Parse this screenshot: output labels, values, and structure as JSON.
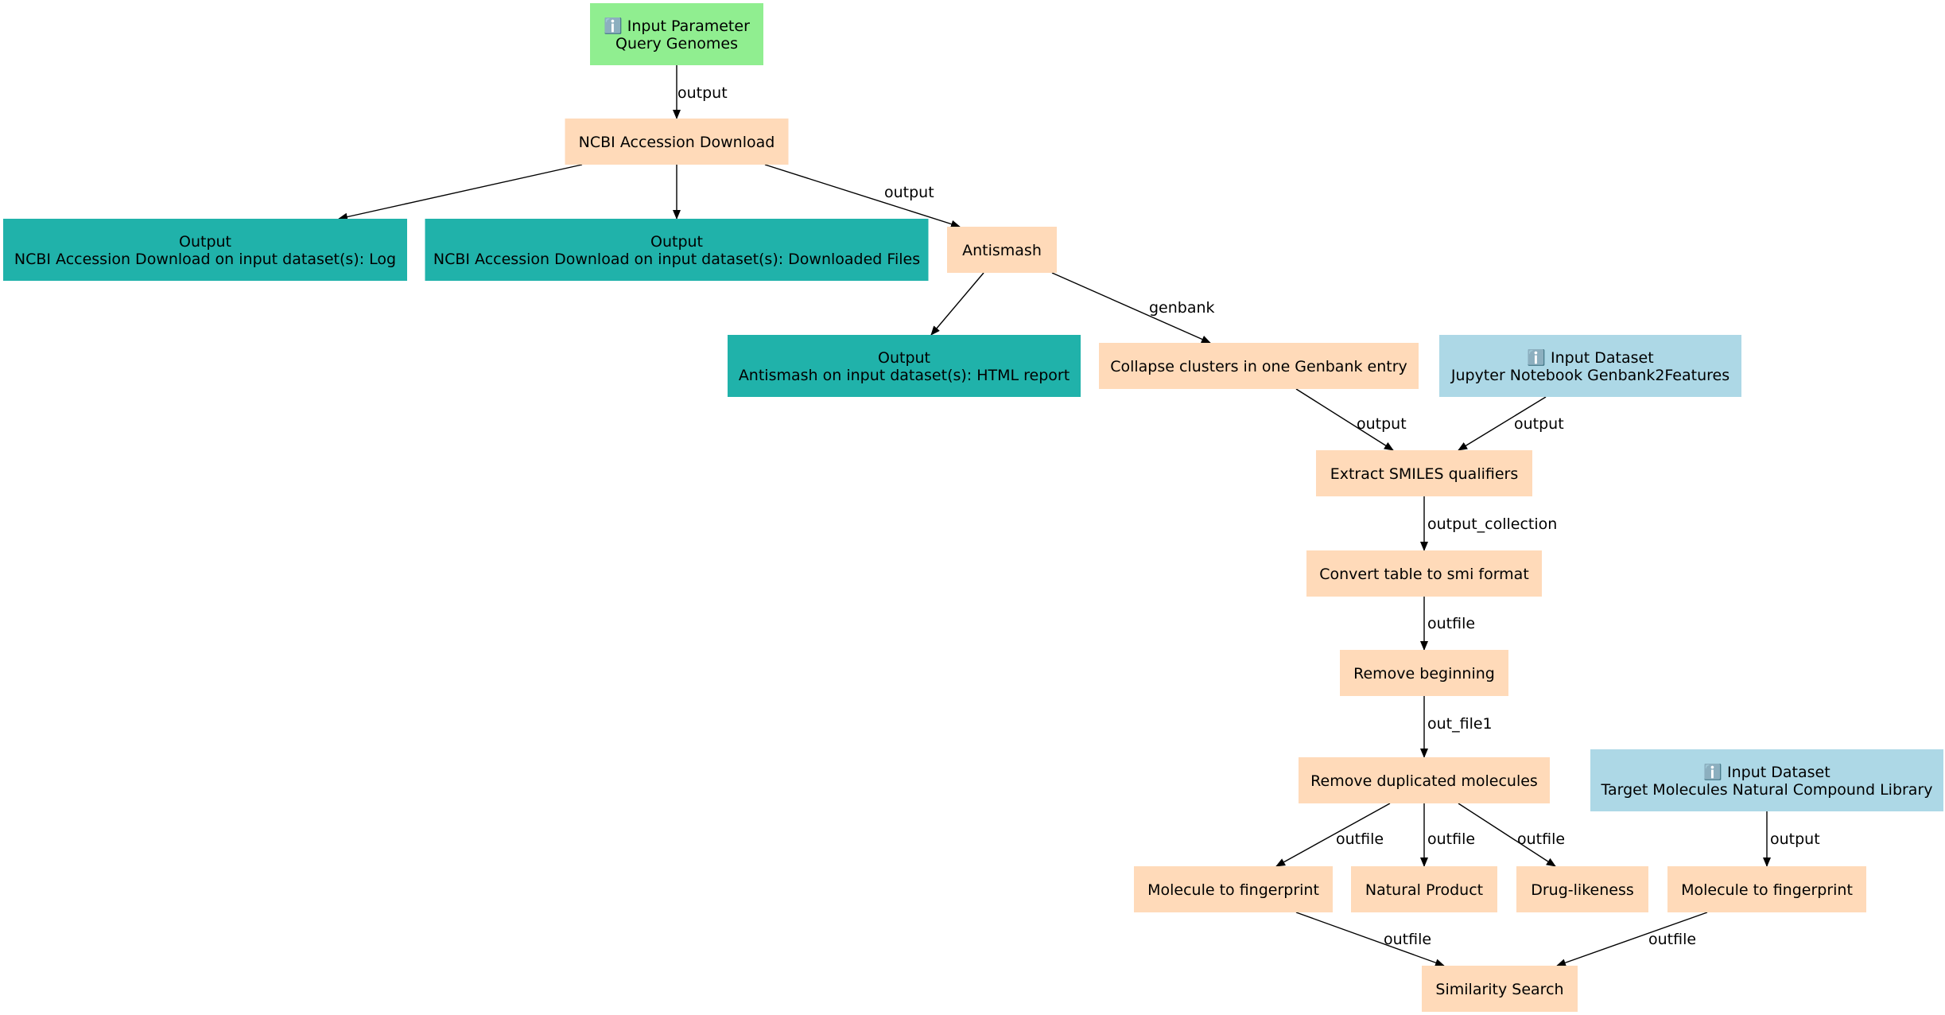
{
  "colors": {
    "input_parameter": "#90ee90",
    "input_dataset": "#add8e6",
    "tool": "#ffdab9",
    "output": "#20b2aa",
    "edge": "#000000"
  },
  "nodes": [
    {
      "id": "n0",
      "kind": "input_parameter",
      "icon": "info-icon",
      "lines": [
        "ℹ️ Input Parameter",
        "Query Genomes"
      ]
    },
    {
      "id": "n1",
      "kind": "tool",
      "lines": [
        "NCBI Accession Download"
      ]
    },
    {
      "id": "o1",
      "kind": "output",
      "lines": [
        "Output",
        "NCBI Accession Download on input dataset(s): Log"
      ]
    },
    {
      "id": "o2",
      "kind": "output",
      "lines": [
        "Output",
        "NCBI Accession Download on input dataset(s): Downloaded Files"
      ]
    },
    {
      "id": "n2",
      "kind": "tool",
      "lines": [
        "Antismash"
      ]
    },
    {
      "id": "o3",
      "kind": "output",
      "lines": [
        "Output",
        "Antismash on input dataset(s): HTML report"
      ]
    },
    {
      "id": "n3",
      "kind": "tool",
      "lines": [
        "Collapse clusters in one Genbank entry"
      ]
    },
    {
      "id": "n4",
      "kind": "input_dataset",
      "icon": "info-icon",
      "lines": [
        "ℹ️ Input Dataset",
        "Jupyter Notebook Genbank2Features"
      ]
    },
    {
      "id": "n5",
      "kind": "tool",
      "lines": [
        "Extract SMILES qualifiers"
      ]
    },
    {
      "id": "n6",
      "kind": "tool",
      "lines": [
        "Convert table to smi format"
      ]
    },
    {
      "id": "n7",
      "kind": "tool",
      "lines": [
        "Remove beginning"
      ]
    },
    {
      "id": "n8",
      "kind": "tool",
      "lines": [
        "Remove duplicated molecules"
      ]
    },
    {
      "id": "n9",
      "kind": "input_dataset",
      "icon": "info-icon",
      "lines": [
        "ℹ️ Input Dataset",
        "Target Molecules Natural Compound Library"
      ]
    },
    {
      "id": "n10",
      "kind": "tool",
      "lines": [
        "Molecule to fingerprint"
      ]
    },
    {
      "id": "n11",
      "kind": "tool",
      "lines": [
        "Natural Product"
      ]
    },
    {
      "id": "n12",
      "kind": "tool",
      "lines": [
        "Drug-likeness"
      ]
    },
    {
      "id": "n13",
      "kind": "tool",
      "lines": [
        "Molecule to fingerprint"
      ]
    },
    {
      "id": "n14",
      "kind": "tool",
      "lines": [
        "Similarity Search"
      ]
    }
  ],
  "edges": [
    {
      "from": "n0",
      "to": "n1",
      "label": "output"
    },
    {
      "from": "n1",
      "to": "o1",
      "label": ""
    },
    {
      "from": "n1",
      "to": "o2",
      "label": ""
    },
    {
      "from": "n1",
      "to": "n2",
      "label": "output"
    },
    {
      "from": "n2",
      "to": "o3",
      "label": ""
    },
    {
      "from": "n2",
      "to": "n3",
      "label": "genbank"
    },
    {
      "from": "n3",
      "to": "n5",
      "label": "output"
    },
    {
      "from": "n4",
      "to": "n5",
      "label": "output"
    },
    {
      "from": "n5",
      "to": "n6",
      "label": "output_collection"
    },
    {
      "from": "n6",
      "to": "n7",
      "label": "outfile"
    },
    {
      "from": "n7",
      "to": "n8",
      "label": "out_file1"
    },
    {
      "from": "n8",
      "to": "n10",
      "label": "outfile"
    },
    {
      "from": "n8",
      "to": "n11",
      "label": "outfile"
    },
    {
      "from": "n8",
      "to": "n12",
      "label": "outfile"
    },
    {
      "from": "n9",
      "to": "n13",
      "label": "output"
    },
    {
      "from": "n10",
      "to": "n14",
      "label": "outfile"
    },
    {
      "from": "n13",
      "to": "n14",
      "label": "outfile"
    }
  ]
}
